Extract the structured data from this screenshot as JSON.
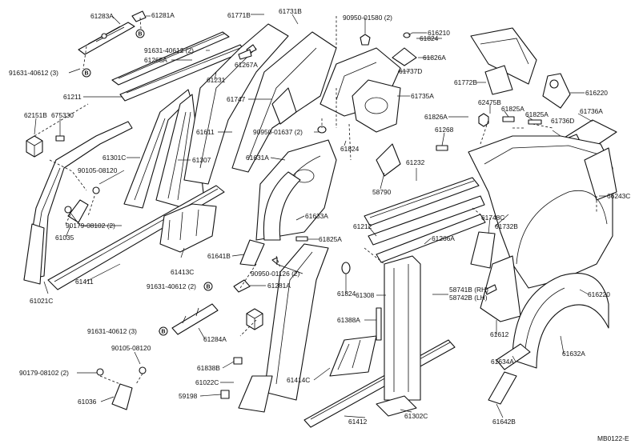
{
  "diagram_code": "MB0122-E",
  "badge_letter": "B",
  "labels": [
    "61283A",
    "61281A",
    "61771B",
    "61731B",
    "90950-01580 (2)",
    "616210",
    "91631-40612 (2)",
    "61824",
    "61265A",
    "61267A",
    "61826A",
    "91631-40612 (3)",
    "61231",
    "61737D",
    "61211",
    "61772B",
    "616220",
    "61747",
    "61735A",
    "62475B",
    "61825A",
    "61736A",
    "62151B",
    "675330",
    "61611",
    "90950-01637 (2)",
    "61826A",
    "61268",
    "61825A",
    "61736D",
    "61824",
    "61301C",
    "61307",
    "61631A",
    "61232",
    "90105-08120",
    "58790",
    "66243C",
    "90179-08102 (2)",
    "61633A",
    "61212",
    "61748C",
    "61035",
    "61825A",
    "61266A",
    "61732B",
    "61641B",
    "61413C",
    "90950-01126 (2)",
    "61411",
    "91631-40612 (2)",
    "61281A",
    "61824",
    "61308",
    "58741B (RH)",
    "58742B (LH)",
    "616220",
    "61021C",
    "91631-40612 (3)",
    "61284A",
    "61388A",
    "61612",
    "61632A",
    "90105-08120",
    "61838B",
    "61634A",
    "90179-08102 (2)",
    "61022C",
    "61414C",
    "59198",
    "61036",
    "61642B",
    "61412",
    "61302C"
  ]
}
